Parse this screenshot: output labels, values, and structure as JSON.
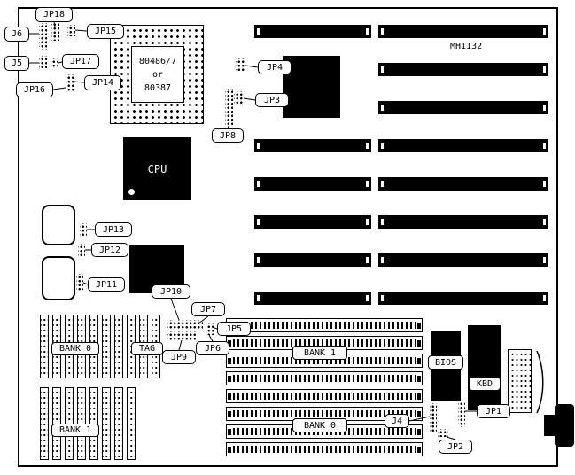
{
  "board": {
    "model": "MH1132"
  },
  "cpu": {
    "label": "CPU"
  },
  "socket": {
    "line1": "80486/7",
    "line2": "or",
    "line3": "80387"
  },
  "chips": {
    "bios": "BIOS",
    "kbd": "KBD"
  },
  "memory": {
    "bank0_left": "BANK 0",
    "tag": "TAG",
    "bank1_left": "BANK 1",
    "bank1_center": "BANK 1",
    "bank0_center": "BANK 0"
  },
  "callouts": {
    "jp18": "JP18",
    "j6": "J6",
    "jp15": "JP15",
    "j5": "J5",
    "jp17": "JP17",
    "jp16": "JP16",
    "jp14": "JP14",
    "jp4": "JP4",
    "jp3": "JP3",
    "jp8": "JP8",
    "jp13": "JP13",
    "jp12": "JP12",
    "jp11": "JP11",
    "jp10": "JP10",
    "jp7": "JP7",
    "jp9": "JP9",
    "jp6": "JP6",
    "jp5": "JP5",
    "j4": "J4",
    "jp1": "JP1",
    "jp2": "JP2"
  }
}
